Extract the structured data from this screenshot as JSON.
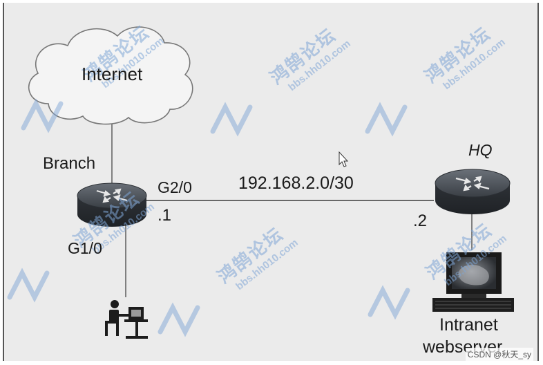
{
  "nodes": {
    "internet": {
      "label": "Internet"
    },
    "branch": {
      "label": "Branch"
    },
    "hq": {
      "label": "HQ"
    },
    "webserver": {
      "label_line1": "Intranet",
      "label_line2": "webserver"
    }
  },
  "interfaces": {
    "branch_g2": "G2/0",
    "branch_g1": "G1/0",
    "branch_ip": ".1",
    "hq_ip": ".2"
  },
  "link": {
    "subnet": "192.168.2.0/30"
  },
  "watermark": {
    "text_cn": "鸿鹄论坛",
    "text_url": "bbs.hh010.com",
    "color": "#7fa6d6"
  },
  "credit": "CSDN @秋天_sy",
  "colors": {
    "background": "#ebebeb",
    "router": "#3d4248",
    "line": "#666666"
  },
  "icons": [
    "cloud-icon",
    "router-icon",
    "user-at-pc-icon",
    "server-monitor-icon",
    "mouse-cursor-icon",
    "watermark-logo-icon"
  ]
}
